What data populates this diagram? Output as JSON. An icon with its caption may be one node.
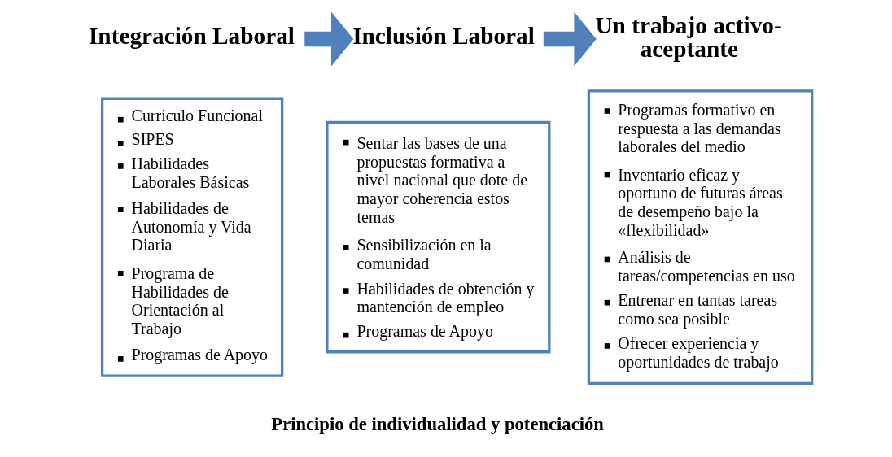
{
  "diagram": {
    "nodes": [
      {
        "text": [
          "Integración Laboral"
        ]
      },
      {
        "text": [
          "Inclusión Laboral"
        ]
      },
      {
        "text": [
          "Un trabajo activo-aceptante"
        ]
      },
      {
        "text": [
          "Curriculo Funcional",
          "SIPES",
          "Habilidades Laborales Básicas",
          "Habilidades de Autonomía y Vida Diaria",
          "Programa de Habilidades de Orientación al Trabajo",
          "Programas de Apoyo"
        ]
      },
      {
        "text": [
          "Sentar las bases de una propuestas formativa a nivel nacional que dote de mayor coherencia estos temas",
          "Sensibilización en la comunidad",
          "Habilidades de obtención y mantención de empleo",
          "Programas de Apoyo"
        ]
      },
      {
        "text": [
          "Programas formativo en respuesta a las demandas laborales del medio",
          "Inventario eficaz y oportuno de futuras áreas de desempeño bajo la «flexibilidad»",
          "Análisis de tareas/competencias en uso",
          "Entrenar en tantas tareas como sea posible",
          "Ofrecer experiencia y oportunidades de trabajo"
        ]
      }
    ],
    "edges": [
      {
        "from": 0,
        "to": 1,
        "arrow": "to"
      },
      {
        "from": 1,
        "to": 2,
        "arrow": "to"
      }
    ],
    "labels": [
      "Principio de individualidad y potenciación"
    ]
  }
}
